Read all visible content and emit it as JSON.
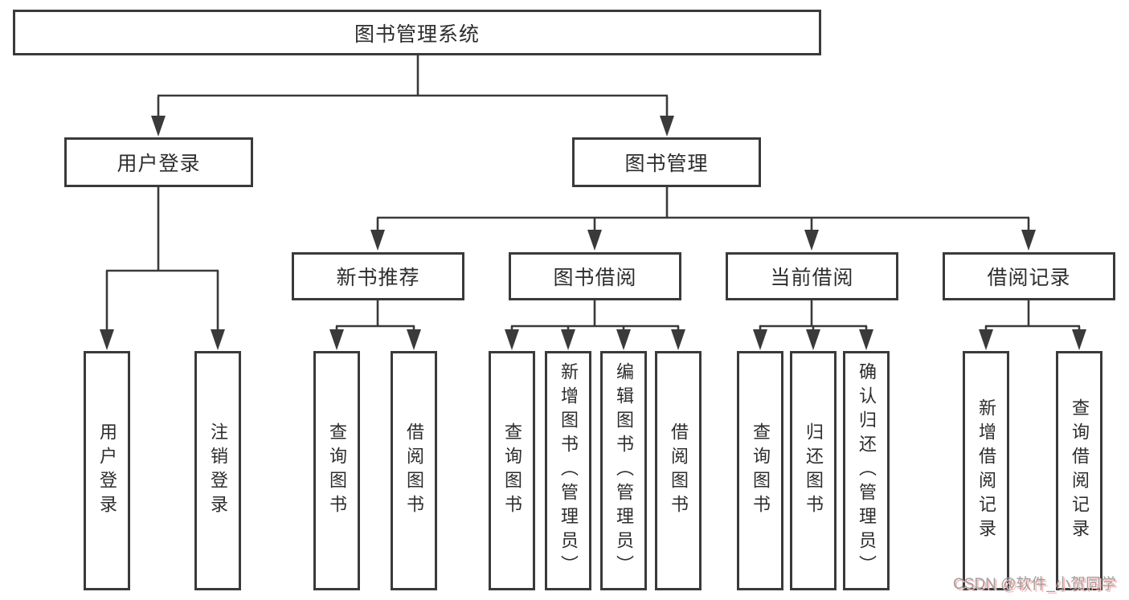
{
  "diagram": {
    "root": {
      "label": "图书管理系统"
    },
    "branches": [
      {
        "label": "用户登录",
        "children": [
          {
            "label": "用户登录"
          },
          {
            "label": "注销登录"
          }
        ]
      },
      {
        "label": "图书管理",
        "children": [
          {
            "label": "新书推荐",
            "children": [
              {
                "label": "查询图书"
              },
              {
                "label": "借阅图书"
              }
            ]
          },
          {
            "label": "图书借阅",
            "children": [
              {
                "label": "查询图书"
              },
              {
                "label": "新增图书（管理员）"
              },
              {
                "label": "编辑图书（管理员）"
              },
              {
                "label": "借阅图书"
              }
            ]
          },
          {
            "label": "当前借阅",
            "children": [
              {
                "label": "查询图书"
              },
              {
                "label": "归还图书"
              },
              {
                "label": "确认归还（管理员）"
              }
            ]
          },
          {
            "label": "借阅记录",
            "children": [
              {
                "label": "新增借阅记录"
              },
              {
                "label": "查询借阅记录"
              }
            ]
          }
        ]
      }
    ]
  },
  "watermark": {
    "text": "CSDN @软件_小贺同学"
  },
  "colors": {
    "line": "#3a3a3a",
    "text": "#2d2d2d",
    "watermark_gray": "#9f9f9f",
    "watermark_shadow": "#ffb9b9",
    "background": "#ffffff"
  }
}
